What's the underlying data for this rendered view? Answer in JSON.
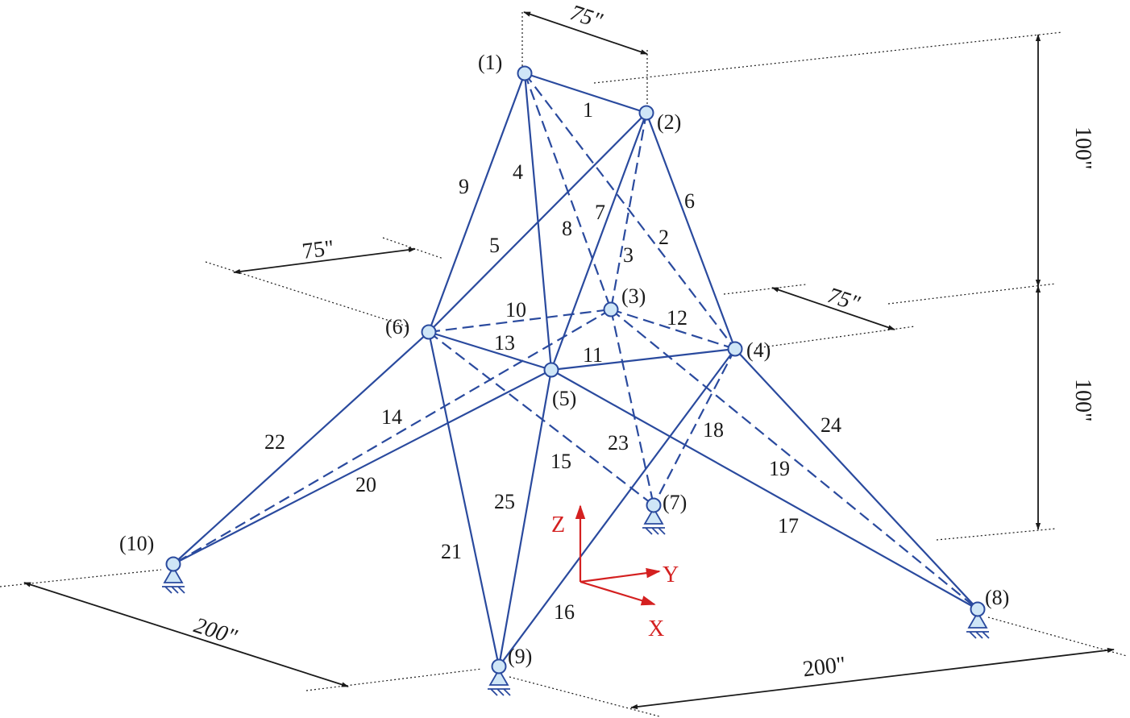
{
  "nodes": [
    {
      "id": "1",
      "label": "(1)"
    },
    {
      "id": "2",
      "label": "(2)"
    },
    {
      "id": "3",
      "label": "(3)"
    },
    {
      "id": "4",
      "label": "(4)"
    },
    {
      "id": "5",
      "label": "(5)"
    },
    {
      "id": "6",
      "label": "(6)"
    },
    {
      "id": "7",
      "label": "(7)"
    },
    {
      "id": "8",
      "label": "(8)"
    },
    {
      "id": "9",
      "label": "(9)"
    },
    {
      "id": "10",
      "label": "(10)"
    }
  ],
  "members": [
    {
      "label": "1",
      "from": "1",
      "to": "2",
      "hidden": false
    },
    {
      "label": "2",
      "from": "1",
      "to": "4",
      "hidden": true
    },
    {
      "label": "3",
      "from": "2",
      "to": "3",
      "hidden": true
    },
    {
      "label": "4",
      "from": "1",
      "to": "5",
      "hidden": false
    },
    {
      "label": "5",
      "from": "2",
      "to": "6",
      "hidden": false
    },
    {
      "label": "6",
      "from": "2",
      "to": "4",
      "hidden": false
    },
    {
      "label": "7",
      "from": "2",
      "to": "5",
      "hidden": false
    },
    {
      "label": "8",
      "from": "1",
      "to": "3",
      "hidden": true
    },
    {
      "label": "9",
      "from": "1",
      "to": "6",
      "hidden": false
    },
    {
      "label": "10",
      "from": "6",
      "to": "3",
      "hidden": true
    },
    {
      "label": "11",
      "from": "5",
      "to": "4",
      "hidden": false
    },
    {
      "label": "12",
      "from": "3",
      "to": "4",
      "hidden": true
    },
    {
      "label": "13",
      "from": "6",
      "to": "5",
      "hidden": false
    },
    {
      "label": "14",
      "from": "3",
      "to": "10",
      "hidden": true
    },
    {
      "label": "15",
      "from": "6",
      "to": "7",
      "hidden": true
    },
    {
      "label": "16",
      "from": "4",
      "to": "9",
      "hidden": false
    },
    {
      "label": "17",
      "from": "5",
      "to": "8",
      "hidden": false
    },
    {
      "label": "18",
      "from": "4",
      "to": "7",
      "hidden": true
    },
    {
      "label": "19",
      "from": "3",
      "to": "8",
      "hidden": true
    },
    {
      "label": "20",
      "from": "5",
      "to": "10",
      "hidden": false
    },
    {
      "label": "21",
      "from": "6",
      "to": "9",
      "hidden": false
    },
    {
      "label": "22",
      "from": "6",
      "to": "10",
      "hidden": false
    },
    {
      "label": "23",
      "from": "3",
      "to": "7",
      "hidden": true
    },
    {
      "label": "24",
      "from": "4",
      "to": "8",
      "hidden": false
    },
    {
      "label": "25",
      "from": "5",
      "to": "9",
      "hidden": false
    }
  ],
  "supports": [
    "7",
    "8",
    "9",
    "10"
  ],
  "dimensions": {
    "top_width": "75\"",
    "mid_left": "75\"",
    "mid_right": "75\"",
    "upper_height": "100\"",
    "lower_height": "100\"",
    "base_left": "200\"",
    "base_right": "200\""
  },
  "axes": {
    "z": "Z",
    "y": "Y",
    "x": "X",
    "color": "#d42020"
  },
  "colors": {
    "member": "#2a4a9e",
    "node_fill": "#cfe6f7"
  }
}
